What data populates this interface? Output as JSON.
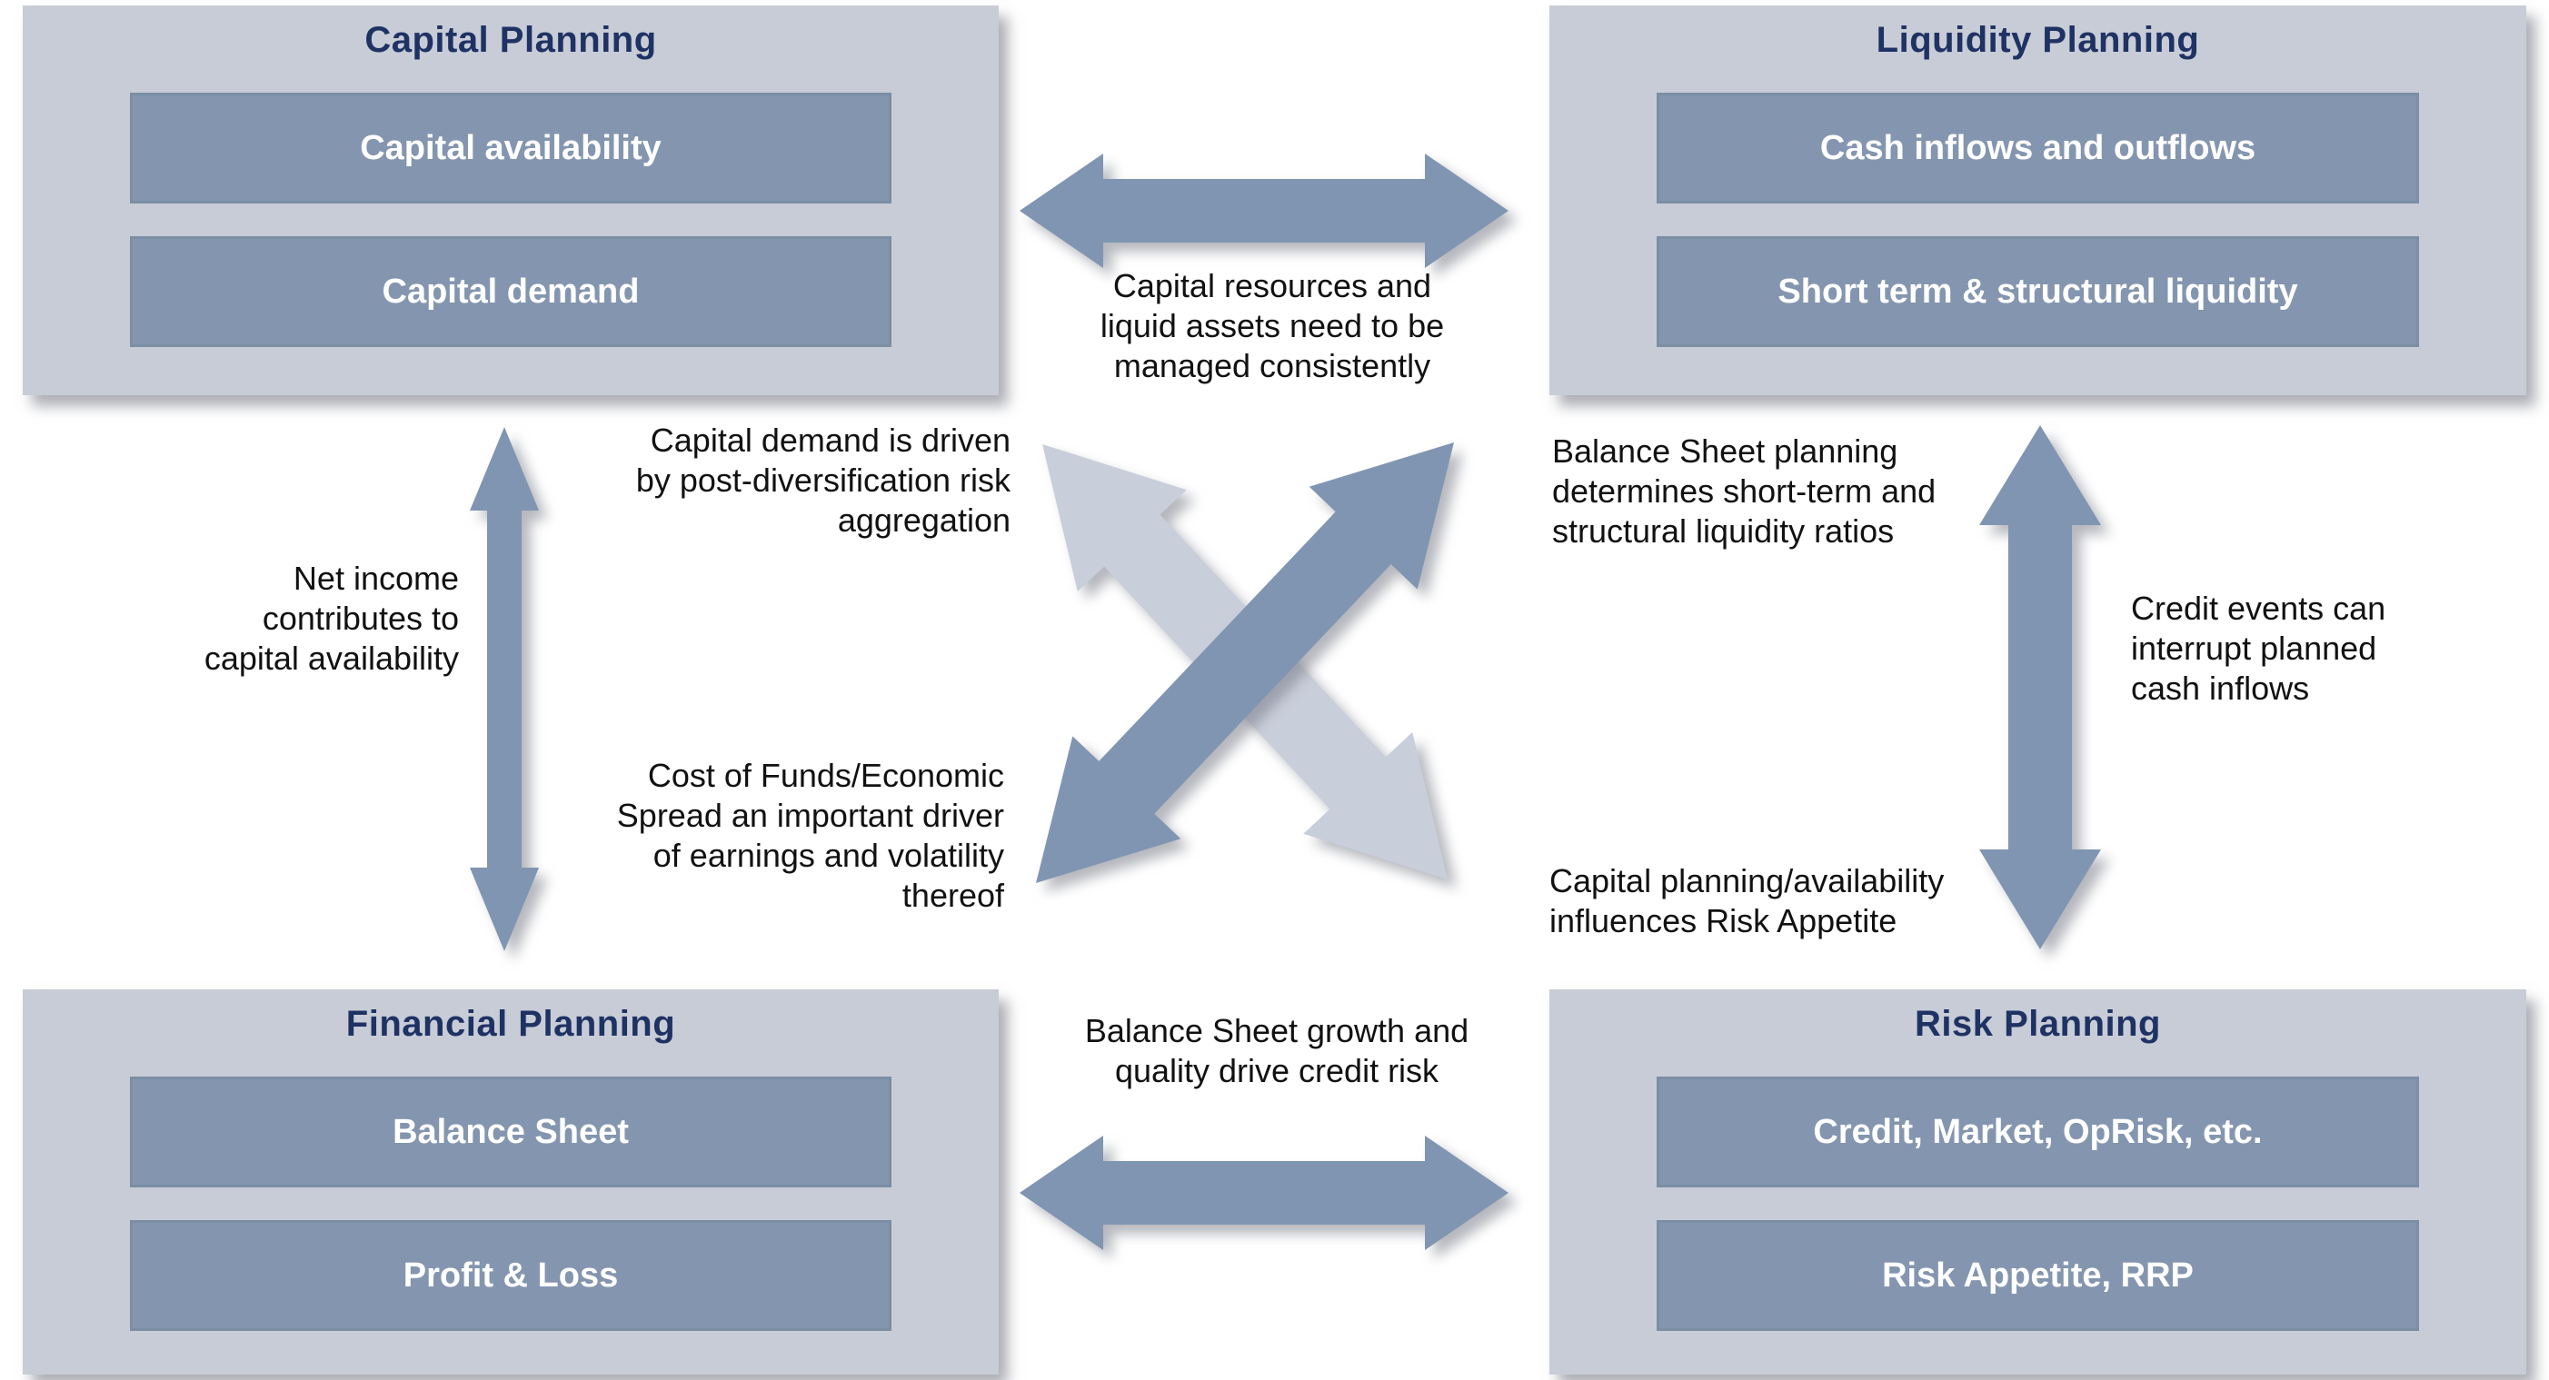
{
  "quadrants": [
    {
      "title": "Capital Planning",
      "items": [
        "Capital availability",
        "Capital demand"
      ]
    },
    {
      "title": "Liquidity Planning",
      "items": [
        "Cash inflows and outflows",
        "Short term & structural liquidity"
      ]
    },
    {
      "title": "Financial Planning",
      "items": [
        "Balance Sheet",
        "Profit & Loss"
      ]
    },
    {
      "title": "Risk Planning",
      "items": [
        "Credit, Market, OpRisk, etc.",
        "Risk Appetite, RRP"
      ]
    }
  ],
  "annotations": {
    "capital_liquidity": "Capital resources and\nliquid assets need to be\nmanaged consistently",
    "capital_demand": "Capital demand is driven\nby post-diversification risk\naggregation",
    "net_income": "Net income\ncontributes to\ncapital availability",
    "cost_of_funds": "Cost of Funds/Economic\nSpread an important driver\nof earnings and volatility\nthereof",
    "balance_sheet_planning": "Balance Sheet planning\ndetermines short-term and\nstructural liquidity ratios",
    "credit_events": "Credit events can\ninterrupt planned\ncash inflows",
    "capital_planning_availability": "Capital planning/availability\ninfluences Risk Appetite",
    "balance_sheet_growth": "Balance Sheet growth and\nquality drive credit risk"
  },
  "colors": {
    "box_bg": "#c8ccd6",
    "subbox_bg": "#8496af",
    "subbox_text": "#ffffff",
    "title_navy": "#1e3264",
    "arrow_dark": "#8095b2",
    "arrow_light": "#c9cedb",
    "text_black": "#111111"
  }
}
